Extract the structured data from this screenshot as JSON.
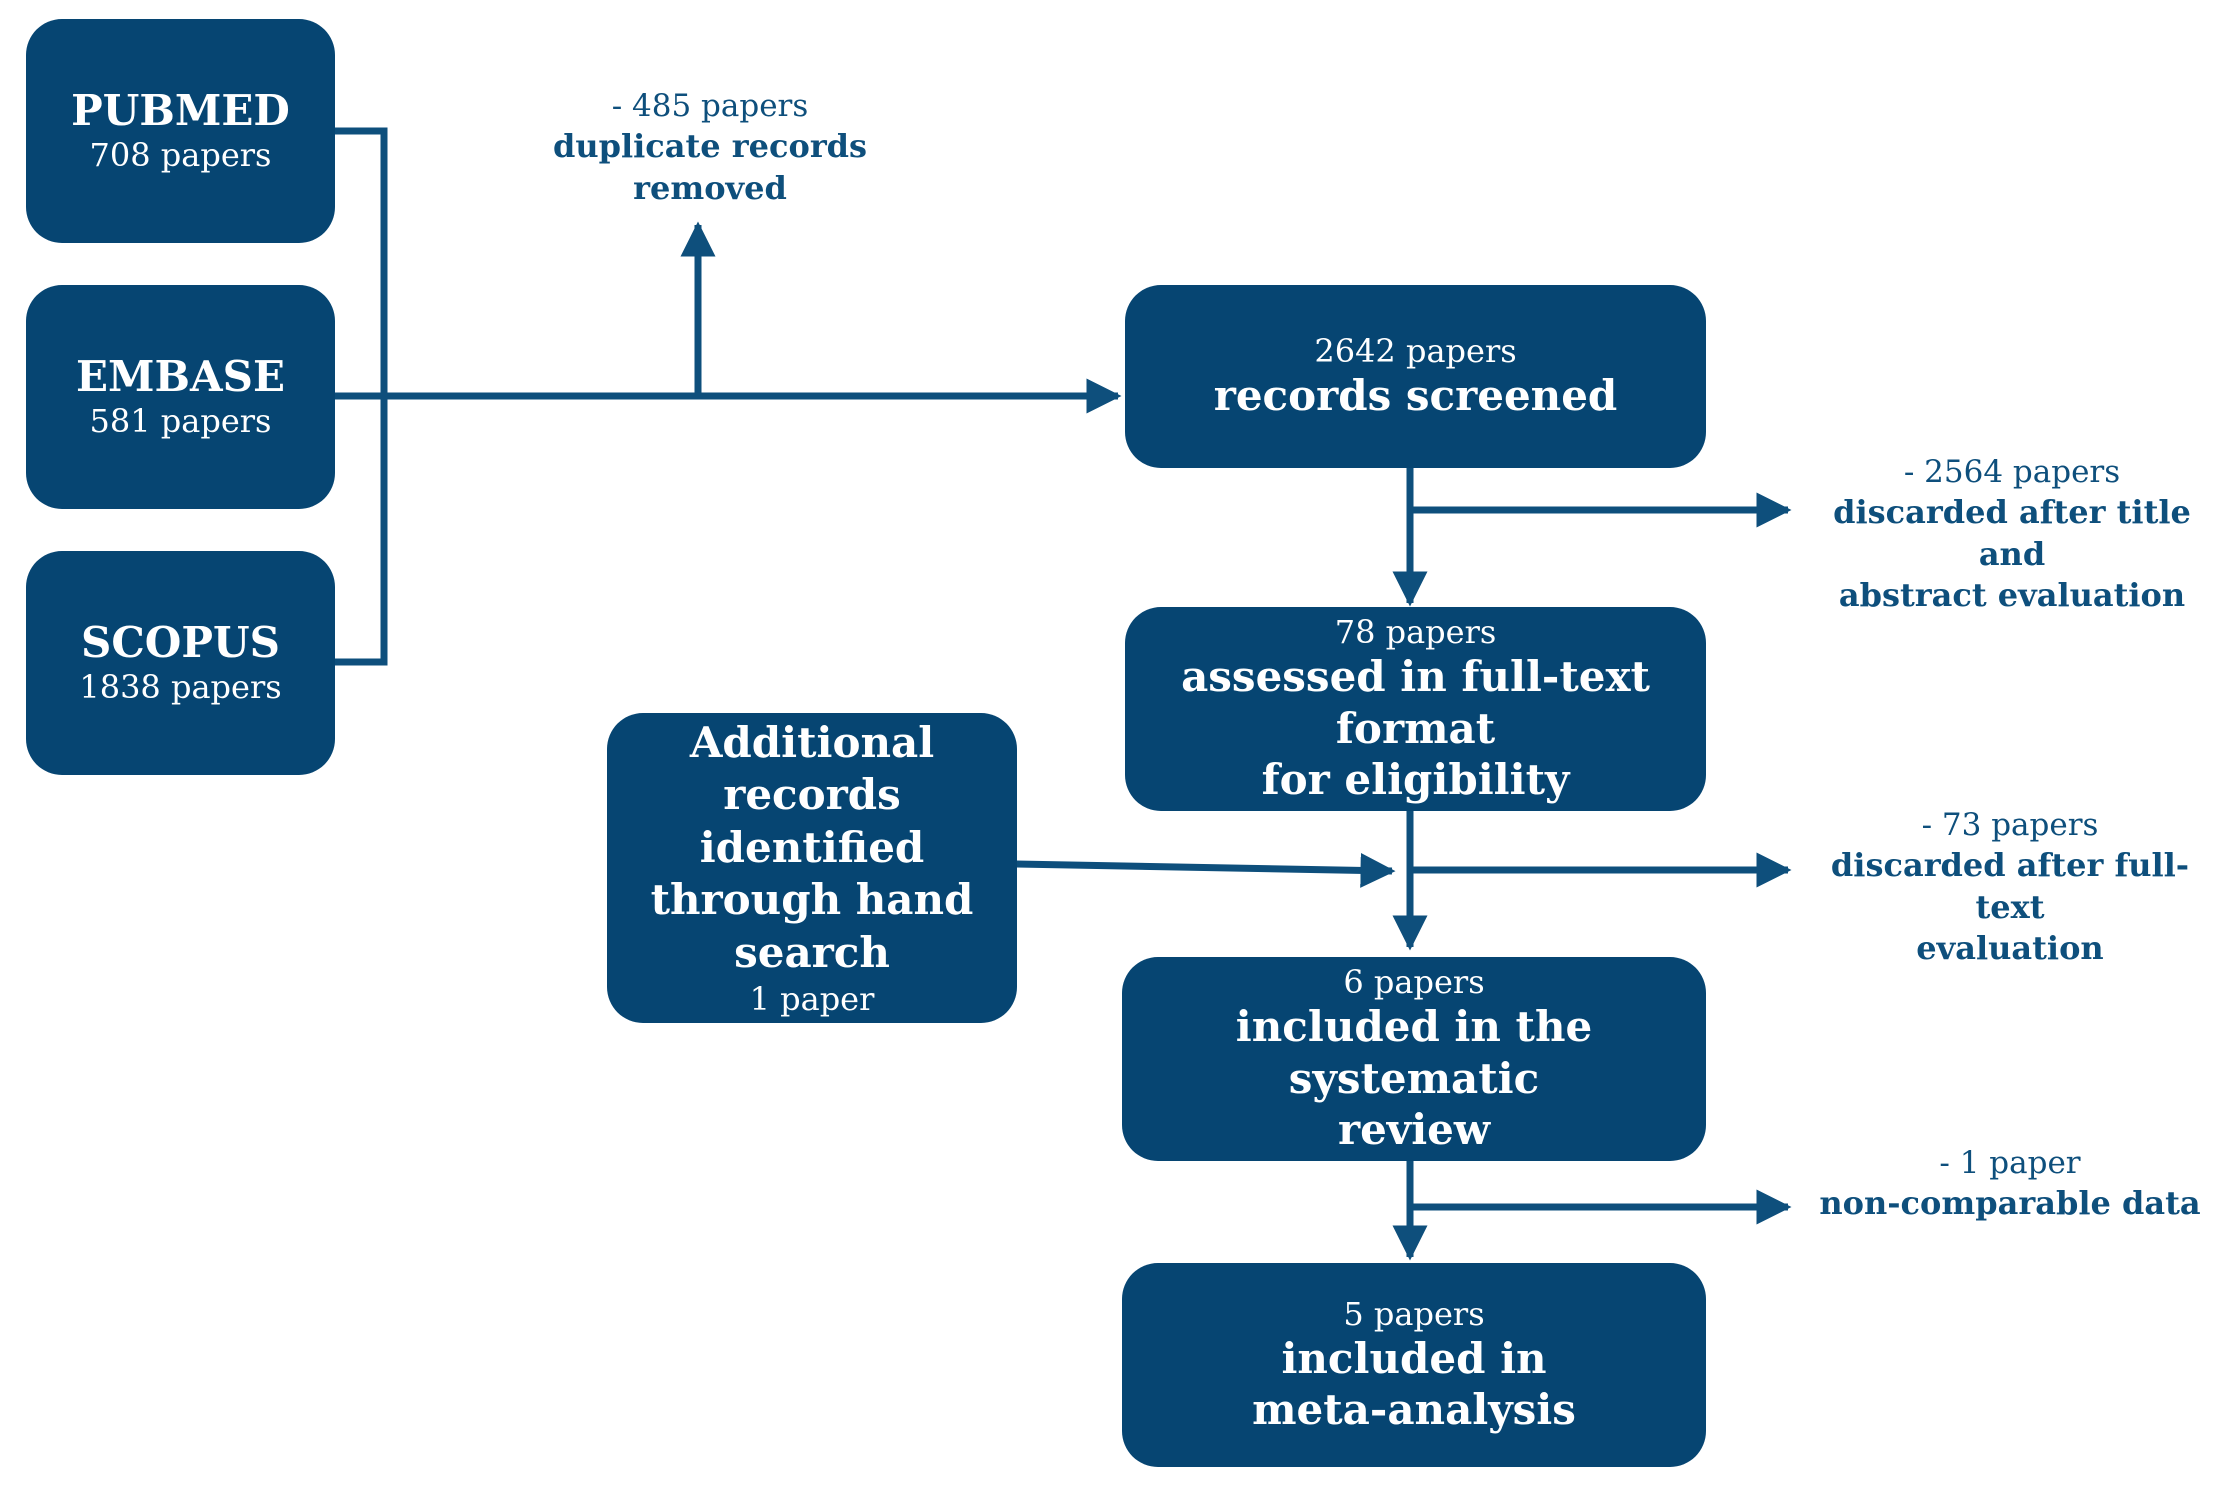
{
  "sources": [
    {
      "name": "PUBMED",
      "count": "708 papers"
    },
    {
      "name": "EMBASE",
      "count": "581 papers"
    },
    {
      "name": "SCOPUS",
      "count": "1838 papers"
    }
  ],
  "hand_search": {
    "label_lines": [
      "Additional",
      "records identified",
      "through hand",
      "search"
    ],
    "count": "1 paper"
  },
  "stages": [
    {
      "count": "2642 papers",
      "label_lines": [
        "records screened"
      ]
    },
    {
      "count": "78 papers",
      "label_lines": [
        "assessed in full-text format",
        "for eligibility"
      ]
    },
    {
      "count": "6 papers",
      "label_lines": [
        "included in the systematic",
        "review"
      ]
    },
    {
      "count": "5 papers",
      "label_lines": [
        "included in",
        "meta-analysis"
      ]
    }
  ],
  "exclusions": [
    {
      "count": "- 485 papers",
      "label_lines": [
        "duplicate records",
        "removed"
      ]
    },
    {
      "count": "- 2564 papers",
      "label_lines": [
        "discarded after title and",
        "abstract evaluation"
      ]
    },
    {
      "count": "- 73 papers",
      "label_lines": [
        "discarded after full-text",
        "evaluation"
      ]
    },
    {
      "count": "- 1 paper",
      "label_lines": [
        "non-comparable data"
      ]
    }
  ],
  "colors": {
    "box_fill": "#064572",
    "box_text": "#ffffff",
    "connector": "#0e4f7c",
    "note_text": "#0e4f7c"
  }
}
